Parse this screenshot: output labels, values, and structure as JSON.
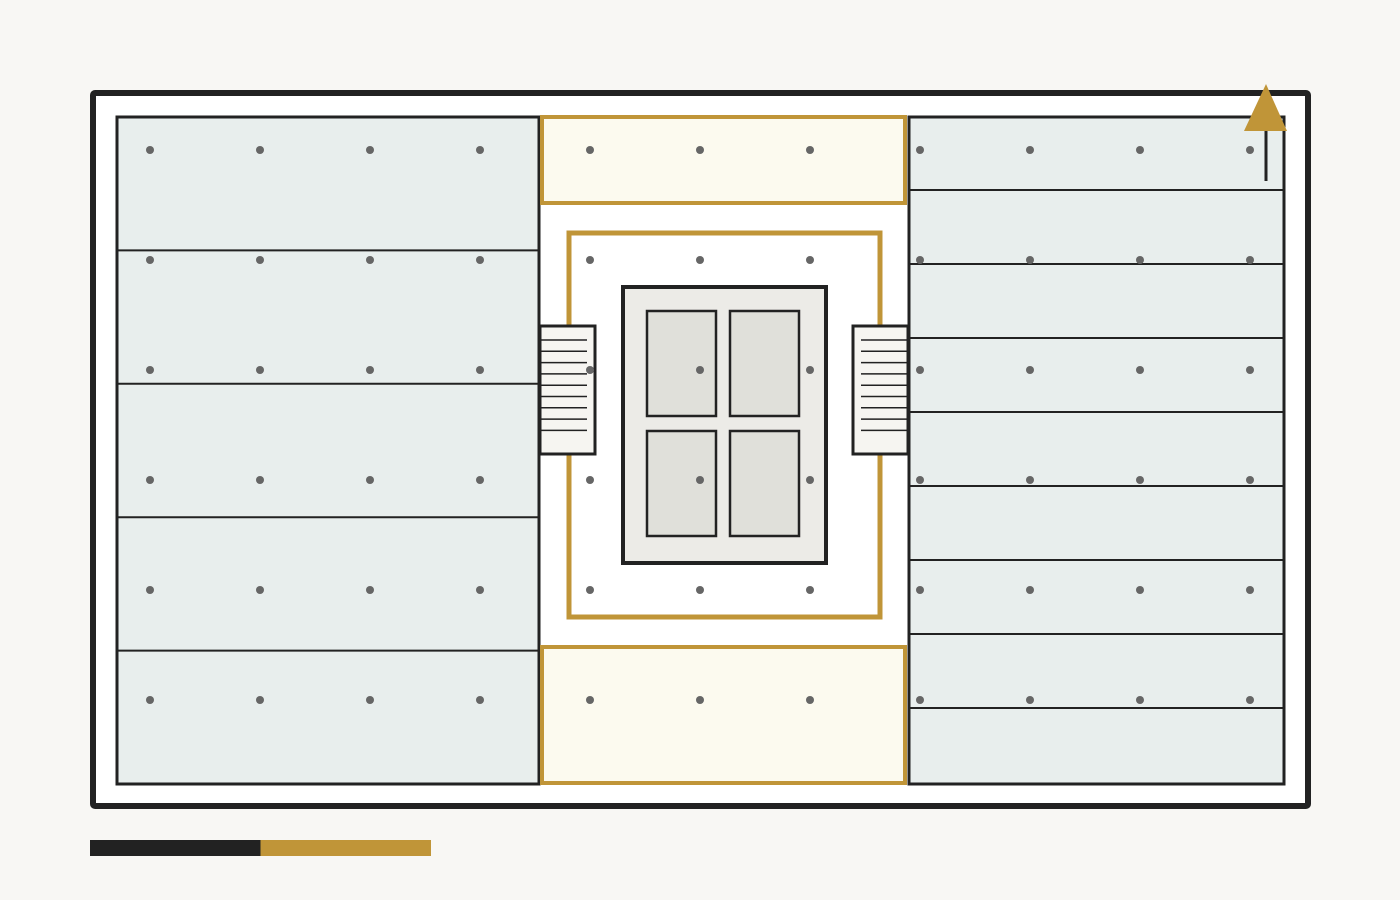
{
  "diagram": {
    "type": "floor-plan",
    "colors": {
      "background": "#f8f7f4",
      "wall": "#222222",
      "floor": "#ffffff",
      "office_zone": "#e8eeed",
      "highlight_zone": "#fcfaef",
      "accent": "#c09538",
      "core": "#ecebe7",
      "core_room": "#e0e0da",
      "stair": "#f6f5f1",
      "column_dot": "#666666"
    },
    "wings": {
      "west": {
        "bays": 5,
        "orientation": "horizontal"
      },
      "east": {
        "bays": 9,
        "orientation": "horizontal"
      }
    },
    "core": {
      "rooms": 4,
      "stairs": 2,
      "stair_treads": 9
    },
    "column_grid": {
      "columns": 11,
      "rows": 6
    },
    "north_arrow": {
      "icon": "north-arrow-icon"
    },
    "scale_bar": {
      "segments": [
        {
          "color": "#222222"
        },
        {
          "color": "#c09538"
        }
      ]
    }
  }
}
